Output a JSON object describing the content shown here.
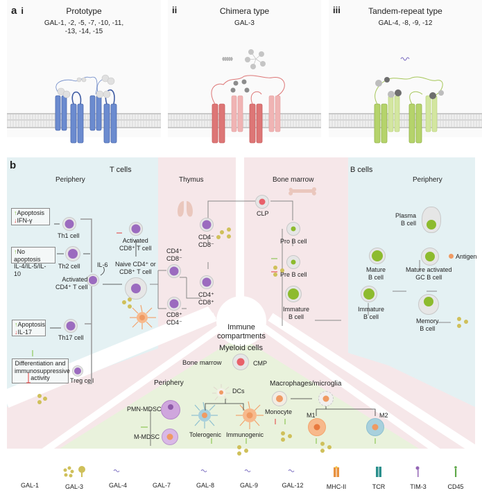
{
  "panel_a": {
    "label": "a",
    "subpanels": [
      {
        "numeral": "i",
        "title": "Prototype",
        "members": [
          "GAL-1, -2, -5, -7, -10, -11,",
          "-13, -14, -15"
        ],
        "color": "#5b7cc4"
      },
      {
        "numeral": "ii",
        "title": "Chimera type",
        "members": [
          "GAL-3"
        ],
        "color": "#df7c7c"
      },
      {
        "numeral": "iii",
        "title": "Tandem-repeat type",
        "members": [
          "GAL-4, -8, -9, -12"
        ],
        "color": "#a8c860"
      }
    ]
  },
  "panel_b": {
    "label": "b",
    "center": [
      "Immune",
      "compartments"
    ],
    "t_cells": {
      "title": "T cells",
      "periphery": "Periphery",
      "th1": "Th1 cell",
      "th1_effects": {
        "up": "Apoptosis",
        "down": "IFN-γ"
      },
      "th2": "Th2 cell",
      "th2_effects": {
        "up": "No apoptosis",
        "line2": "IL-4/IL-5/IL-10"
      },
      "il6": "IL-6",
      "activated_cd4": [
        "Activated",
        "CD4⁺ T cell"
      ],
      "activated_cd8": [
        "Activated",
        "CD8⁺ T cell"
      ],
      "naive": [
        "Naive CD4⁺ or",
        "CD8⁺ T cell"
      ],
      "th17": "Th17 cell",
      "th17_effects": {
        "up": "Apoptosis",
        "down": "IL-17"
      },
      "treg": "Treg cell",
      "treg_effects": [
        "Differentiation and",
        "immunosuppressive",
        "activity"
      ]
    },
    "thymus": {
      "title": "Thymus",
      "dn": [
        "CD4⁻",
        "CD8⁻"
      ],
      "dp": [
        "CD4⁺",
        "CD8⁺"
      ],
      "cd4sp": [
        "CD4⁺",
        "CD8⁻"
      ],
      "cd8sp": [
        "CD8⁺",
        "CD4⁻"
      ]
    },
    "bone_marrow": {
      "title": "Bone marrow",
      "clp": "CLP",
      "pro_b": "Pro B cell",
      "pre_b": "Pre B cell",
      "immature_b": [
        "Immature",
        "B cell"
      ]
    },
    "b_cells": {
      "title": "B cells",
      "periphery": "Periphery",
      "immature_b": [
        "Immature",
        "B cell"
      ],
      "mature_b": [
        "Mature",
        "B cell"
      ],
      "gc_b": [
        "Mature activated",
        "GC B cell"
      ],
      "plasma_b": [
        "Plasma",
        "B cell"
      ],
      "memory_b": [
        "Memory",
        "B cell"
      ],
      "antigen": "Antigen"
    },
    "myeloid": {
      "title": "Myeloid cells",
      "bone_marrow": "Bone marrow",
      "cmp": "CMP",
      "periphery": "Periphery",
      "pmn_mdsc": "PMN-MDSC",
      "m_mdsc": "M-MDSC",
      "dcs": "DCs",
      "tolerogenic": "Tolerogenic",
      "immunogenic": "Immunogenic",
      "macrophages": "Macrophages/microglia",
      "monocyte": "Monocyte",
      "m1": "M1",
      "m2": "M2"
    }
  },
  "colors": {
    "tcell_bg": "#e4f1f3",
    "thymus_bg": "#f6e7e9",
    "myeloid_bg": "#e9f2dc",
    "tcell_nucleus": "#9b6bbf",
    "bcell_nucleus": "#8dbb2e",
    "clp_nucleus": "#e8606a",
    "myeloid_nucleus": "#ef9a63",
    "up_arrow": "#7bbf3a",
    "down_arrow": "#e23b3b"
  },
  "legend": [
    {
      "label": "GAL-1",
      "icon": "gal1-icon",
      "c1": "#c9625f",
      "c2": "#c9625f"
    },
    {
      "label": "GAL-3",
      "icon": "gal3-icon",
      "c1": "#cfc05a",
      "c2": "#cfc05a"
    },
    {
      "label": "GAL-4",
      "icon": "gal4-icon",
      "c1": "#9466b5",
      "c2": "#8cb83a"
    },
    {
      "label": "GAL-7",
      "icon": "gal7-icon",
      "c1": "#2ab3b8",
      "c2": "#2ab3b8"
    },
    {
      "label": "GAL-8",
      "icon": "gal8-icon",
      "c1": "#9466b5",
      "c2": "#e0ad52"
    },
    {
      "label": "GAL-9",
      "icon": "gal9-icon",
      "c1": "#9466b5",
      "c2": "#e2704f"
    },
    {
      "label": "GAL-12",
      "icon": "gal12-icon",
      "c1": "#9466b5",
      "c2": "#d95c9c"
    },
    {
      "label": "MHC-II",
      "icon": "mhc2-icon",
      "c1": "#e8913f",
      "c2": "#e8913f"
    },
    {
      "label": "TCR",
      "icon": "tcr-icon",
      "c1": "#2a8f8c",
      "c2": "#2a8f8c"
    },
    {
      "label": "TIM-3",
      "icon": "tim3-icon",
      "c1": "#9466b5",
      "c2": "#9466b5"
    },
    {
      "label": "CD45",
      "icon": "cd45-icon",
      "c1": "#5fa84a",
      "c2": "#5fa84a"
    }
  ]
}
